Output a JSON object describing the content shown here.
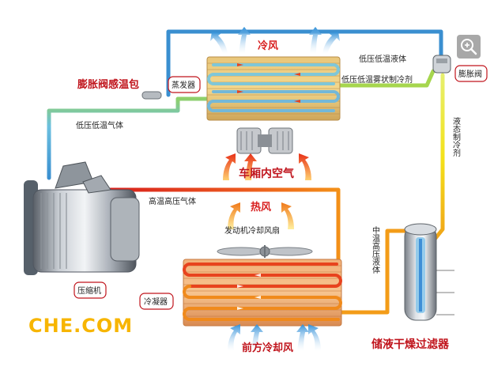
{
  "labels": {
    "cold_air": "冷风",
    "hot_air": "热风",
    "cabin_air": "车厢内空气",
    "front_cooling_air": "前方冷却风",
    "engine_fan": "发动机冷却风扇",
    "low_p_low_t_liquid": "低压低温液体",
    "low_p_low_t_mist": "低压低温雾状制冷剂",
    "low_p_low_t_gas": "低压低温气体",
    "high_t_high_p_gas": "高温高压气体",
    "mid_t_high_p_liquid": "中温高压液体",
    "liquid_refrigerant": "液态制冷剂",
    "expansion_valve_bulb": "膨胀阀感温包",
    "evaporator": "蒸发器",
    "expansion_valve": "膨胀阀",
    "compressor": "压缩机",
    "condenser": "冷凝器",
    "receiver_drier": "储液干燥过滤器",
    "watermark": "CHE.COM"
  },
  "icons": {
    "zoom": "magnifier-plus-icon"
  },
  "colors": {
    "cold_line": "#3a8fd0",
    "hot_line": "#e8431e",
    "warm_line": "#f39c18",
    "liquid_line": "#f2e01a",
    "label_red": "#c0141c",
    "watermark": "#f7b500"
  }
}
